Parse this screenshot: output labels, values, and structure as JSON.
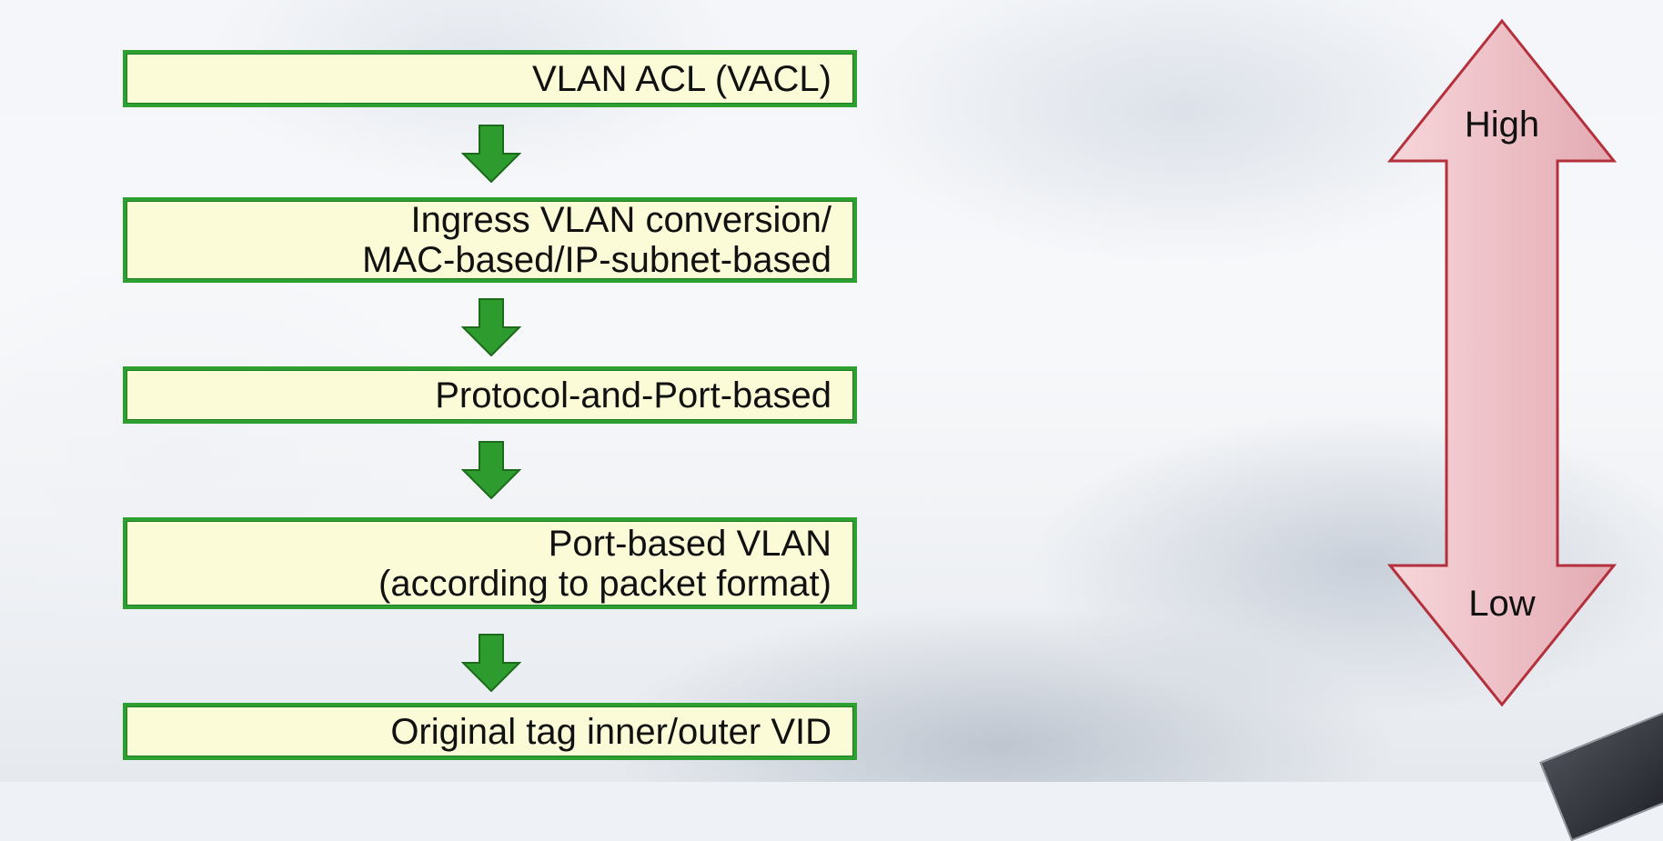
{
  "flow": {
    "steps": [
      {
        "label": "VLAN ACL (VACL)"
      },
      {
        "label": "Ingress VLAN conversion/\nMAC-based/IP-subnet-based"
      },
      {
        "label": "Protocol-and-Port-based"
      },
      {
        "label": "Port-based VLAN\n(according to packet format)"
      },
      {
        "label": "Original tag inner/outer VID"
      }
    ]
  },
  "priority": {
    "high_label": "High",
    "low_label": "Low"
  },
  "colors": {
    "box_fill": "#fbfbd8",
    "box_border": "#2ea032",
    "flow_arrow": "#2e9b2e",
    "priority_arrow_fill": "#efc4c9",
    "priority_arrow_stroke": "#b3303c"
  }
}
